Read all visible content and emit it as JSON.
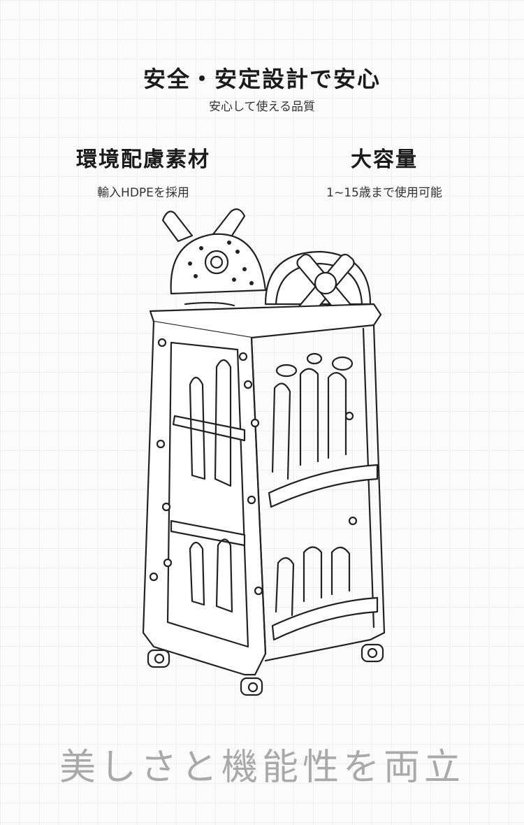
{
  "header": {
    "title": "安全・安定設計で安心",
    "subtitle": "安心して使える品質"
  },
  "features": [
    {
      "title": "環境配慮素材",
      "subtitle": "輸入HDPEを採用"
    },
    {
      "title": "大容量",
      "subtitle": "1~15歳まで使用可能"
    }
  ],
  "footer": {
    "tagline": "美しさと機能性を両立"
  },
  "colors": {
    "text": "#1a1a1a",
    "tagline": "#a9a9a9",
    "line_art": "#222222"
  },
  "icons": {
    "illustration": "toy-shelf-line-art"
  }
}
